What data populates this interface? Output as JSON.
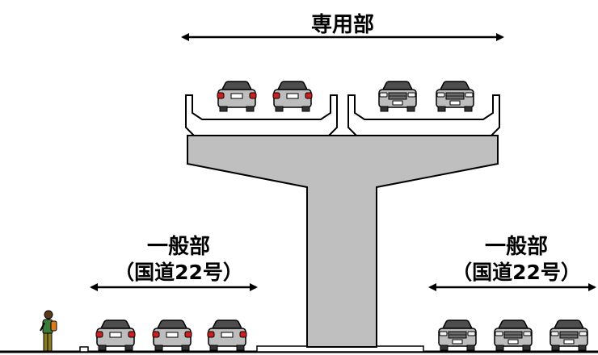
{
  "labels": {
    "dedicated": "専用部",
    "general_left_1": "一般部",
    "general_left_2": "（国道22号）",
    "general_right_1": "一般部",
    "general_right_2": "（国道22号）"
  },
  "colors": {
    "pier": "#bfbfbf",
    "car_red": "#cc1f1f",
    "car_body": "#bdbdbd",
    "car_dark": "#4d4d4d",
    "pedestrian_bag": "#e07a1f",
    "pedestrian_pants": "#8a7a20",
    "stroke": "#000000"
  },
  "icons": {
    "car_rear": "car-rear-icon",
    "car_front": "car-front-icon",
    "pedestrian": "pedestrian-icon",
    "arrow": "double-arrow-icon"
  }
}
